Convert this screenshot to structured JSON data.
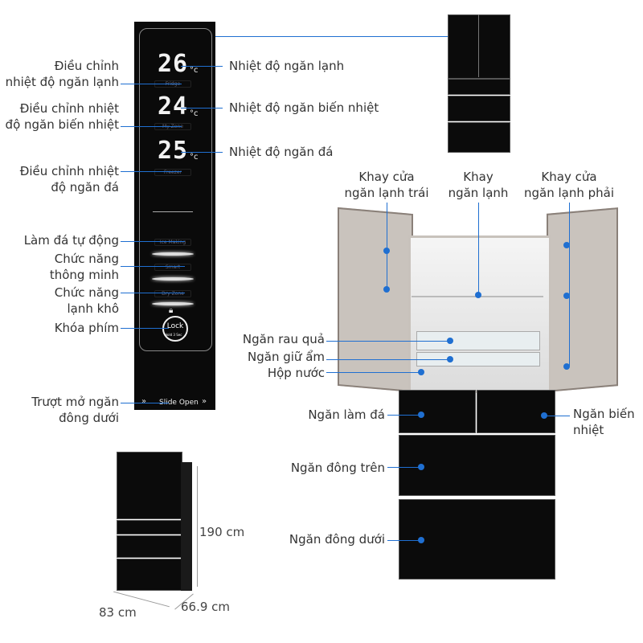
{
  "panel": {
    "fridge_temp": "26",
    "dry_zone_temp": "24",
    "freezer_temp": "25",
    "unit": "°c",
    "btn_fridge": "Fridge",
    "btn_my_zone": "My Zone",
    "btn_freezer": "Freezer",
    "btn_ice": "Ice Making",
    "btn_smart": "Smart",
    "btn_dry": "Dry Zone",
    "lock": "Lock",
    "lock_sub": "Hold 3 Sec",
    "slide": "Slide Open",
    "slide_arrows": "»"
  },
  "left_labels": {
    "adjust_fridge": "Điều chỉnh\nnhiệt độ ngăn lạnh",
    "adjust_dry": "Điều chỉnh nhiệt\nđộ ngăn biến nhiệt",
    "adjust_freezer": "Điều chỉnh nhiệt\nđộ ngăn đá",
    "ice": "Làm đá tự động",
    "smart": "Chức năng\nthông minh",
    "dry": "Chức năng\nlạnh khô",
    "lock": "Khóa phím",
    "slide": "Trượt mở ngăn\nđông dưới"
  },
  "right_labels": {
    "fridge_temp": "Nhiệt độ ngăn lạnh",
    "dry_temp": "Nhiệt độ ngăn biến nhiệt",
    "freezer_temp": "Nhiệt độ ngăn đá"
  },
  "fridge_labels": {
    "left_door": "Khay cửa\nngăn lạnh trái",
    "shelf": "Khay\nngăn lạnh",
    "right_door": "Khay cửa\nngăn lạnh phải",
    "veg": "Ngăn rau quả",
    "humid": "Ngăn giữ ẩm",
    "water": "Hộp nước",
    "ice": "Ngăn làm đá",
    "convertible": "Ngăn biến\nnhiệt",
    "upper_freezer": "Ngăn đông trên",
    "lower_freezer": "Ngăn đông dưới"
  },
  "dimensions": {
    "height": "190 cm",
    "width": "83 cm",
    "depth": "66.9 cm"
  },
  "colors": {
    "accent": "#1f6fd1"
  }
}
